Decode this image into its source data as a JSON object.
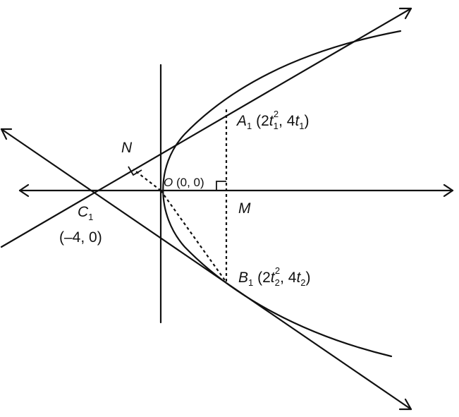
{
  "labels": {
    "a1_letter": "A",
    "a1_sub": "1",
    "a1_coord_open": " (2",
    "a1_t": "t",
    "a1_t_sub": "1",
    "a1_t_sup": "2",
    "a1_coord_mid": ", 4",
    "a1_t2": "t",
    "a1_t2_sub": "1",
    "a1_coord_close": ")",
    "b1_letter": "B",
    "b1_sub": "1",
    "b1_coord_open": " (2",
    "b1_t": "t",
    "b1_t_sub": "2",
    "b1_t_sup": "2",
    "b1_coord_mid": ", 4",
    "b1_t2": "t",
    "b1_t2_sub": "2",
    "b1_coord_close": ")",
    "n_label": "N",
    "o_letter": "O",
    "o_coord": " (0, 0)",
    "m_label": "M",
    "c1_letter": "C",
    "c1_sub": "1",
    "c1_coord": "(–4, 0)"
  },
  "colors": {
    "ink": "#111111",
    "background": "#ffffff"
  }
}
